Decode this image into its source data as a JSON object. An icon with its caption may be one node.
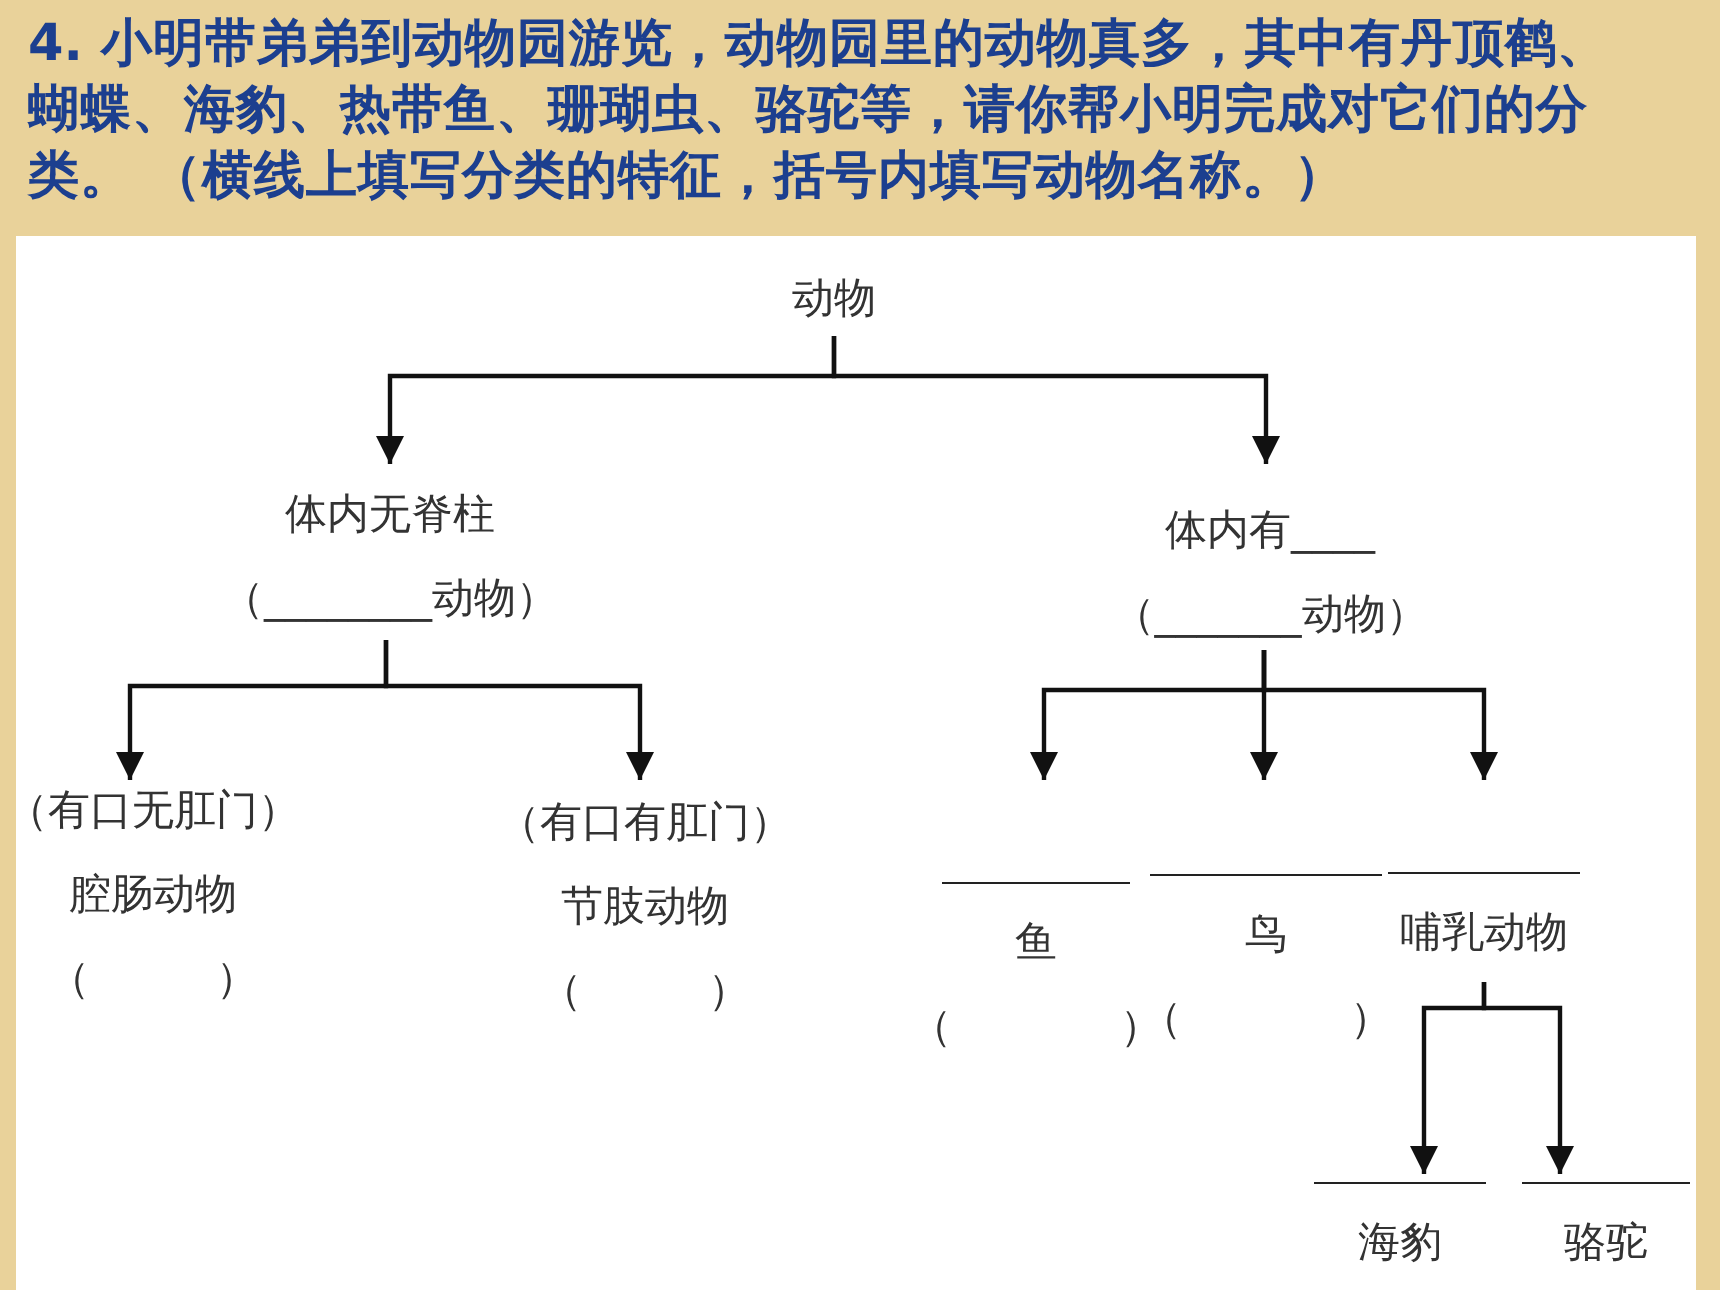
{
  "diagram": {
    "title": "4. 小明带弟弟到动物园游览，动物园里的动物真多，其中有丹顶鹤、蝴蝶、海豹、热带鱼、珊瑚虫、骆驼等，请你帮小明完成对它们的分类。 （横线上填写分类的特征，括号内填写动物名称。）",
    "nodes": [
      {
        "text": [
          "动物"
        ]
      },
      {
        "text": [
          "体内无脊柱",
          "（________动物）"
        ]
      },
      {
        "text": [
          "体内有____",
          "（_______动物）"
        ]
      },
      {
        "text": [
          "（有口无肛门）",
          "腔肠动物",
          "（　　　）"
        ]
      },
      {
        "text": [
          "（有口有肛门）",
          "节肢动物",
          "（　　　）"
        ]
      },
      {
        "text": [
          "鱼",
          "（　　　　）"
        ]
      },
      {
        "text": [
          "鸟",
          "（　　　　）"
        ]
      },
      {
        "text": [
          "哺乳动物"
        ]
      },
      {
        "text": [
          "海豹"
        ]
      },
      {
        "text": [
          "骆驼"
        ]
      }
    ],
    "edges": [
      {
        "from": 0,
        "to": 1,
        "arrow": "to"
      },
      {
        "from": 0,
        "to": 2,
        "arrow": "to"
      },
      {
        "from": 1,
        "to": 3,
        "arrow": "to"
      },
      {
        "from": 1,
        "to": 4,
        "arrow": "to"
      },
      {
        "from": 2,
        "to": 5,
        "arrow": "to"
      },
      {
        "from": 2,
        "to": 6,
        "arrow": "to"
      },
      {
        "from": 2,
        "to": 7,
        "arrow": "to"
      },
      {
        "from": 7,
        "to": 8,
        "arrow": "to"
      },
      {
        "from": 7,
        "to": 9,
        "arrow": "to"
      }
    ]
  }
}
